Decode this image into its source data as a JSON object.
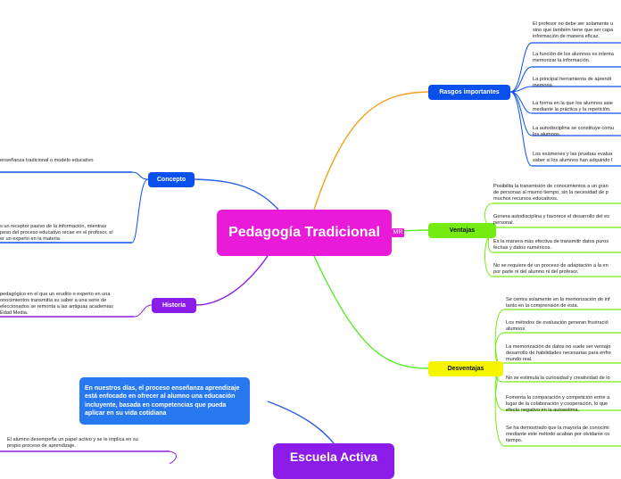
{
  "central": {
    "title": "Pedagogía Tradicional",
    "tag": "MR"
  },
  "rasgos": {
    "label": "Rasgos importantes",
    "items": [
      "El profesor no debe ser solamente u\nsino que también tiene que ser capa\ninformación de manera eficaz.",
      "La función de los alumnos es intenta\nmemorizar la información.",
      "La principal herramienta de aprendi\nmemoria.",
      "La forma en la que los alumnos asie\nmediante la práctica y la repetición.",
      "La autodisciplina se constituye comu\nlos alumnos.",
      "Los exámenes y las pruebas evalua\nsaber si los alumnos han adquirido l"
    ]
  },
  "ventajas": {
    "label": "Ventajas",
    "items": [
      "Posibilita la transmisión de conocimientos a un gran\nde personas al mismo tiempo, sin la necesidad de p\nmuchos recursos educativos.",
      "Genera autodisciplina y favorece el desarrollo del es\npersonal.",
      "Es la manera más efectiva de transmitir datos puros\nfechas y datos numéricos.",
      "No se requiere de un proceso de adaptación a la en\npor parte ni del alumno ni del profesor."
    ]
  },
  "desventajas": {
    "label": "Desventajas",
    "items": [
      "Se centra solamente en la memorización de inf\ntanto en la comprensión de esta.",
      "Los métodos de evaluación generan frustració\nalumnos.",
      "La memorización de datos no suele ser ventajo\ndesarrollo de habilidades necesarias para enfre\nmundo real.",
      "No se estimula la curiosidad y creatividad de lo",
      "Fomenta la comparación y competición entre a\nlugar de la colaboración y cooperación, lo que\nefecto negativo en la autoestima.",
      "Se ha demostrado que la mayoría de conocimi\nmediante este método acaban por olvidarse co\ntiempo."
    ]
  },
  "concepto": {
    "label": "Concepto",
    "items": [
      "enseñanza tradicional o modelo educativo",
      "s un receptor pasivo de la información, mientras\n peso del proceso educativo recae en el profesor, el\ner un experto en la materia."
    ]
  },
  "historia": {
    "label": "Historia",
    "items": [
      " pedagógico en el que un erudito o experto en una\nonocimientos transmitía su saber a una serie de\neleccionados se remonta a las antiguas academias\n Edad Media."
    ]
  },
  "escuela": {
    "title": "Escuela Activa",
    "description": "En nuestros días, el proceso enseñanza aprendizaje está enfocado en ofrecer al alumno una educación incluyente, basada en competencias que pueda aplicar en su vida cotidiana",
    "items": [
      "El alumno desempeña un papel activo y se le implica en su\npropio proceso de aprendizaje."
    ]
  },
  "colors": {
    "central": "#e91ad8",
    "rasgos": "#0a50ec",
    "ventajas": "#74ec12",
    "desventajas": "#f5f500",
    "concepto": "#0a50ec",
    "historia": "#8c1de8",
    "escuela": "#8c1de8",
    "line_orange": "#f6a11c",
    "line_green": "#59ec2b",
    "line_purple": "#8c1de8",
    "line_blue": "#2a5de8"
  }
}
